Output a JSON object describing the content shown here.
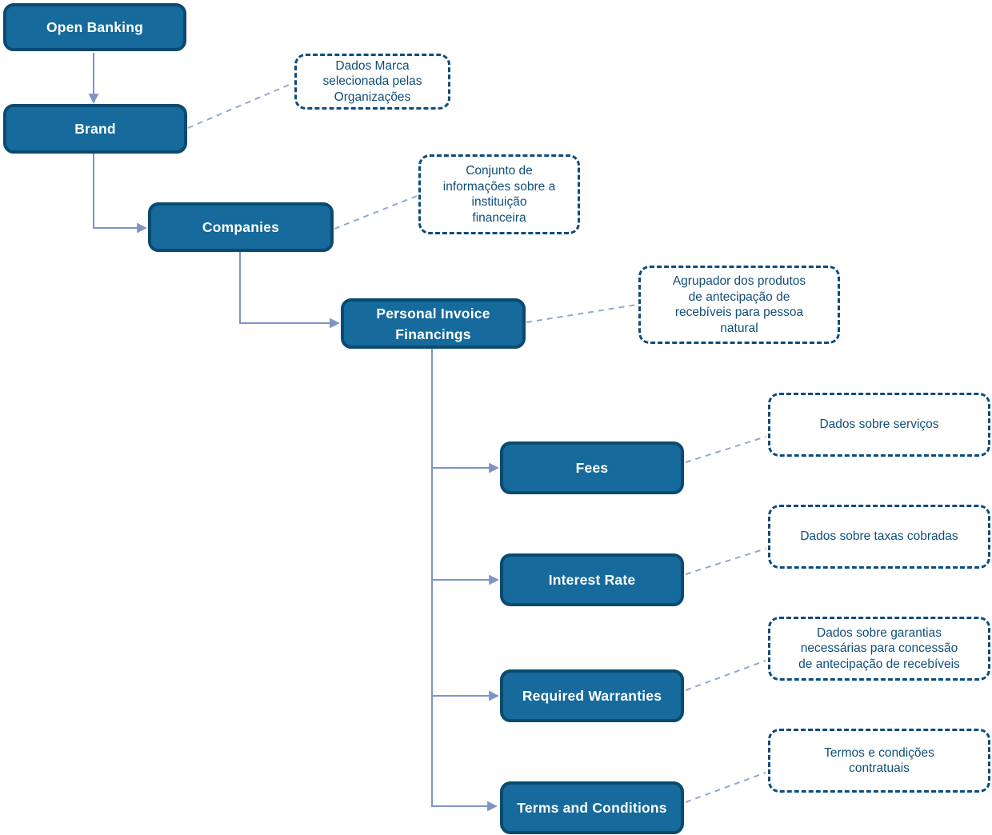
{
  "diagram": {
    "nodes": [
      {
        "id": "open-banking",
        "label": "Open Banking"
      },
      {
        "id": "brand",
        "label": "Brand"
      },
      {
        "id": "companies",
        "label": "Companies"
      },
      {
        "id": "personal-invoice-financings",
        "label": "Personal Invoice\nFinancings"
      },
      {
        "id": "fees",
        "label": "Fees"
      },
      {
        "id": "interest-rate",
        "label": "Interest Rate"
      },
      {
        "id": "required-warranties",
        "label": "Required Warranties"
      },
      {
        "id": "terms-and-conditions",
        "label": "Terms and Conditions"
      }
    ],
    "annotations": [
      {
        "for": "brand",
        "text": "Dados Marca\nselecionada pelas\nOrganizações"
      },
      {
        "for": "companies",
        "text": "Conjunto de\ninformações sobre a\ninstituição\nfinanceira"
      },
      {
        "for": "personal-invoice-financings",
        "text": "Agrupador dos produtos\nde antecipação de\nrecebíveis para pessoa\nnatural"
      },
      {
        "for": "fees",
        "text": "Dados sobre serviços"
      },
      {
        "for": "interest-rate",
        "text": "Dados sobre taxas cobradas"
      },
      {
        "for": "required-warranties",
        "text": "Dados sobre garantias\nnecessárias para concessão\nde antecipação de recebíveis"
      },
      {
        "for": "terms-and-conditions",
        "text": "Termos e condições\ncontratuais"
      }
    ],
    "colors": {
      "node_fill": "#166A9C",
      "node_border": "#0B4A70",
      "node_text": "#FFFFFF",
      "annotation_border": "#0D4C7A",
      "annotation_text": "#114E78",
      "connector_solid": "#7E94C7",
      "connector_dashed": "#93A7D4",
      "background": "#FFFFFF"
    }
  }
}
